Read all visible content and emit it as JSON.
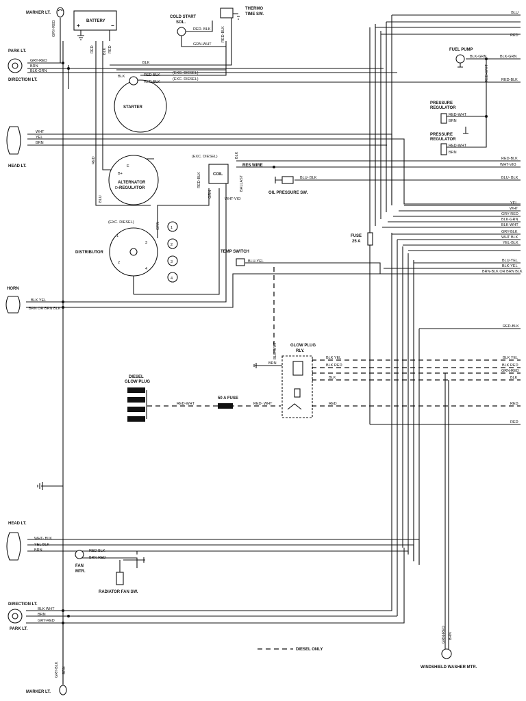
{
  "components": {
    "marker_lt_top": "MARKER LT.",
    "park_lt_top": "PARK LT.",
    "direction_lt_top": "DIRECTION LT.",
    "head_lt_top": "HEAD LT.",
    "horn": "HORN",
    "battery": "BATTERY",
    "cold_start_sol_1": "COLD START",
    "cold_start_sol_2": "SOL.",
    "thermo_time_sw_1": "THERMO",
    "thermo_time_sw_2": "TIME SW.",
    "starter": "STARTER",
    "alternator_1": "ALTERNATOR",
    "alternator_2": "REGULATOR",
    "alt_b": "B+",
    "alt_e": "E",
    "alt_d": "D+",
    "coil": "COIL",
    "exc_diesel_coil": "(EXC. DIESEL)",
    "exc_diesel_dist": "(EXC. DIESEL)",
    "distributor": "DISTRIBUTOR",
    "res_wire": "RES WIRE",
    "ballast": "BALLAST",
    "oil_pressure_sw": "OIL PRESSURE SW.",
    "fuel_pump": "FUEL PUMP",
    "pressure_regulator_1a": "PRESSURE",
    "pressure_regulator_1b": "REGULATOR",
    "pressure_regulator_2a": "PRESSURE",
    "pressure_regulator_2b": "REGULATOR",
    "fuse_25_1": "FUSE",
    "fuse_25_2": "25 A",
    "temp_switch": "TEMP SWITCH",
    "glow_plug_rly_1": "GLOW PLUG",
    "glow_plug_rly_2": "RLY.",
    "diesel_glow_plug_1": "DIESEL",
    "diesel_glow_plug_2": "GLOW PLUG",
    "fuse_50": "50 A FUSE",
    "head_lt_bottom": "HEAD LT.",
    "fan_mtr_1": "FAN",
    "fan_mtr_2": "MTR.",
    "radiator_fan_sw": "RADIATOR FAN SW.",
    "direction_lt_bottom": "DIRECTION LT.",
    "park_lt_bottom": "PARK LT.",
    "marker_lt_bottom": "MARKER LT.",
    "windshield_washer_mtr": "WINDSHIELD WASHER MTR.",
    "legend_diesel_only": "DIESEL ONLY"
  },
  "inline_labels": {
    "exc_diesel_1": "(EXC. DIESEL)",
    "exc_diesel_2": "(EXC. DIESEL)",
    "dist_1": "1",
    "dist_2": "2",
    "dist_3": "3",
    "dist_4": "4"
  },
  "wire_labels": {
    "gry_red_marker": "GRY-RED",
    "gry_red_park": "GRY-RED",
    "brn_park": "BRN",
    "blk_grn_dir": "BLK-GRN",
    "red_blk_cs": "RED- BLK",
    "grn_wht_cs": "GRN-WHT",
    "red_blk_tt": "RED-BLK",
    "blk_starter": "BLK",
    "blk_top": "BLK",
    "red_blk_st1": "RED-BLK",
    "red_blk_st2": "RED-BLK",
    "red_bat1": "RED",
    "blk_bat": "BLK",
    "red_bat2": "RED",
    "wht_head": "WHT",
    "yel_head": "YEL",
    "brn_head": "BRN",
    "red_alt": "RED",
    "blu_alt": "BLU",
    "red_blk_coil": "RED-BLK",
    "blk_coil": "BLK",
    "grn_coil": "GRN",
    "wht_vio_coil": "WHT-VIO",
    "grn_dist": "GRN",
    "blu_blk_oil": "BLU- BLK",
    "blk_grn_fp": "BLK-GRN",
    "red_wht_fp": "RED-WHT",
    "red_wht_pr1": "RED-WHT",
    "brn_pr1": "BRN",
    "red_wht_pr2": "RED-WHT",
    "brn_pr2": "BRN",
    "blu_yel_temp": "BLU-YEL",
    "blk_yel_horn": "BLK YEL",
    "brn_horn": "BRN OR BRN BLK",
    "blu_wht_gp": "BLU-WHT",
    "brn_gp": "BRN",
    "blk_yel_gp": "BLK YEL",
    "blk_red_gp": "BLK RED",
    "blk_gp": "BLK",
    "red_gp": "RED",
    "red_wht_gp1": "RED-WHT",
    "red_wht_gp2": "RED- WHT",
    "wht_blk_hl": "WHT- BLK",
    "yel_blk_hl": "YEL BLK",
    "brn_hl": "BRN",
    "red_blk_fan": "RED  BLK",
    "brn_red_fan": "BRN RED",
    "blk_wht_dir": "BLK WHT",
    "brn_dir": "BRN",
    "gry_red_park_b": "GRY-RED",
    "gry_blk_marker": "GRY-BLK",
    "brn_marker": "BRN",
    "grn_red_washer": "GRN-RED",
    "brn_washer": "BRN"
  },
  "right_edge_labels": [
    "BLU",
    "RED",
    "BLK-GRN",
    "RED-BLK",
    "RED-BLK",
    "WHT-VIO",
    "BLU- BLK",
    "YEL",
    "WHT",
    "GRY RED",
    "BLK-GRN",
    "BLK-WHT",
    "GRY-BLK",
    "WHT BLK",
    "YEL-BLK",
    "BLU-YEL",
    "BLK-YEL",
    "BRN-BLK OR BRN BLK",
    "RED-BLK",
    "BLK YEL",
    "BLK RED",
    "GRN-RED",
    "BLK",
    "RED",
    "RED"
  ]
}
